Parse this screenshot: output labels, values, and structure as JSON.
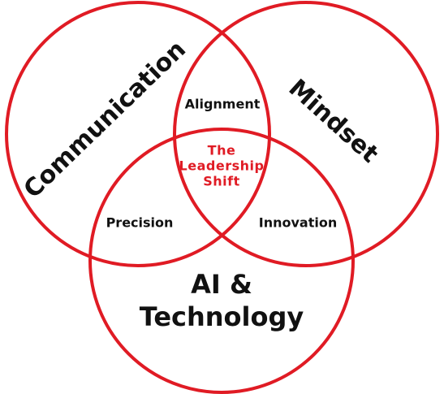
{
  "colors": {
    "circle_stroke": "#e01b24",
    "primary_text": "#111111",
    "center_text": "#e01b24",
    "background": "#ffffff"
  },
  "sets": {
    "communication": "Communication",
    "mindset": "Mindset",
    "ai_line1": "AI &",
    "ai_line2": "Technology"
  },
  "overlaps": {
    "alignment": "Alignment",
    "precision": "Precision",
    "innovation": "Innovation"
  },
  "center": {
    "line1": "The",
    "line2": "Leadership",
    "line3": "Shift"
  }
}
